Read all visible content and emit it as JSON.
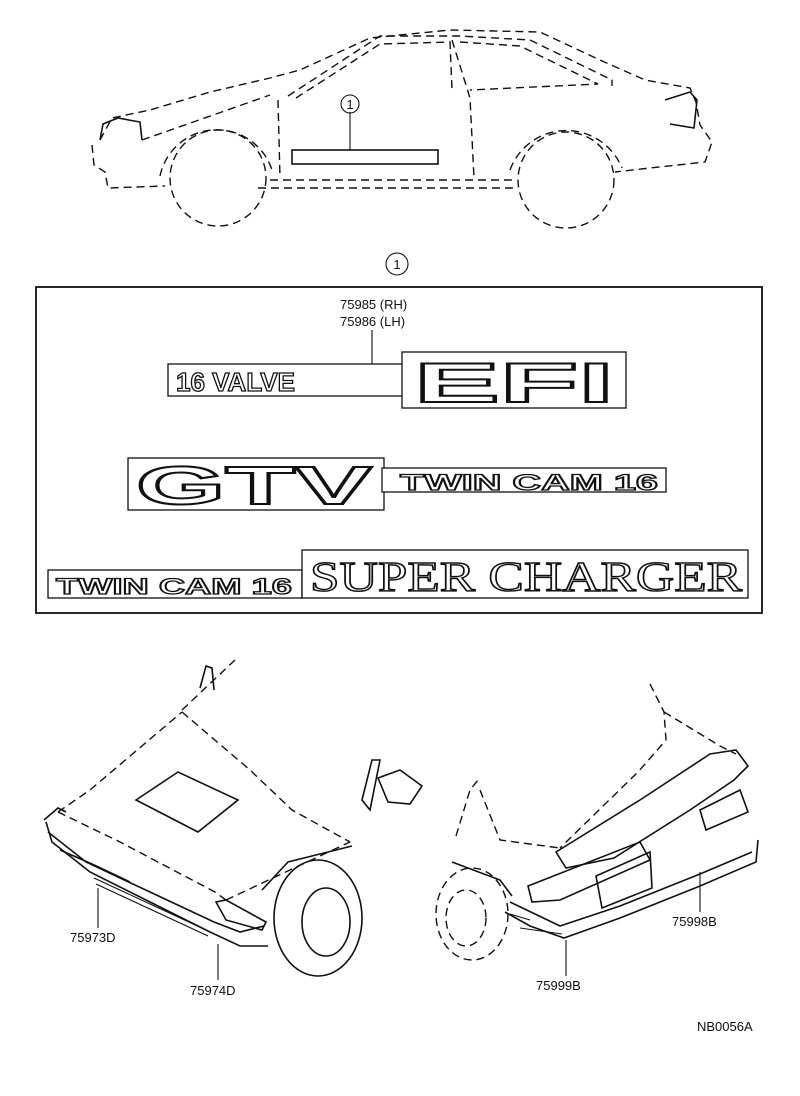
{
  "callout_number": "1",
  "emblem_box": {
    "part_rh": "75985 (RH)",
    "part_lh": "75986 (LH)",
    "emblems": [
      {
        "text_a": "16 VALVE",
        "text_b": "EFI"
      },
      {
        "text_a": "GTV",
        "text_b": "TWIN CAM 16"
      },
      {
        "text_a": "TWIN CAM 16",
        "text_b": "SUPER CHARGER"
      }
    ]
  },
  "front_labels": {
    "left": "75973D",
    "right": "75974D"
  },
  "rear_labels": {
    "left": "75999B",
    "right": "75998B"
  },
  "figure_code": "NB0056A"
}
